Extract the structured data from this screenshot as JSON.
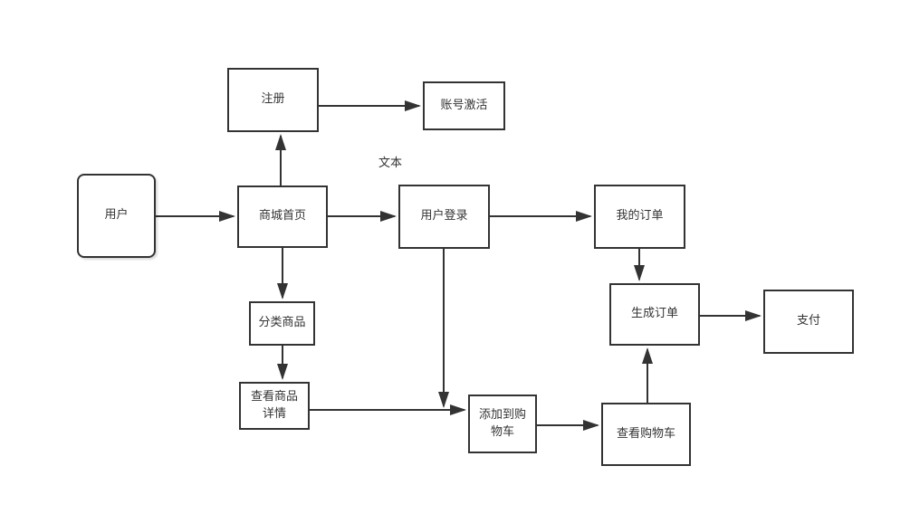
{
  "diagram": {
    "type": "flowchart",
    "background_color": "#ffffff",
    "stroke_color": "#333333",
    "text_color": "#333333",
    "floating_label": "文本",
    "nodes": {
      "user": {
        "label": "用户",
        "shape": "rounded-rectangle"
      },
      "register": {
        "label": "注册",
        "shape": "rectangle"
      },
      "account_activation": {
        "label": "账号激活",
        "shape": "rectangle"
      },
      "mall_home": {
        "label": "商城首页",
        "shape": "rectangle"
      },
      "user_login": {
        "label": "用户登录",
        "shape": "rectangle"
      },
      "my_orders": {
        "label": "我的订单",
        "shape": "rectangle"
      },
      "generate_order": {
        "label": "生成订单",
        "shape": "rectangle"
      },
      "pay": {
        "label": "支付",
        "shape": "rectangle"
      },
      "category_products": {
        "label": "分类商品",
        "shape": "rectangle"
      },
      "view_product_details": {
        "label": "查看商品详情",
        "shape": "rectangle"
      },
      "add_to_cart": {
        "label": "添加到购物车",
        "shape": "rectangle"
      },
      "view_cart": {
        "label": "查看购物车",
        "shape": "rectangle"
      }
    },
    "edges": [
      {
        "from": "user",
        "to": "mall_home"
      },
      {
        "from": "mall_home",
        "to": "register"
      },
      {
        "from": "register",
        "to": "account_activation"
      },
      {
        "from": "mall_home",
        "to": "user_login"
      },
      {
        "from": "user_login",
        "to": "my_orders"
      },
      {
        "from": "my_orders",
        "to": "generate_order"
      },
      {
        "from": "generate_order",
        "to": "pay"
      },
      {
        "from": "mall_home",
        "to": "category_products"
      },
      {
        "from": "category_products",
        "to": "view_product_details"
      },
      {
        "from": "view_product_details",
        "to": "add_to_cart"
      },
      {
        "from": "user_login",
        "to": "add_to_cart"
      },
      {
        "from": "add_to_cart",
        "to": "view_cart"
      },
      {
        "from": "view_cart",
        "to": "generate_order"
      }
    ]
  }
}
